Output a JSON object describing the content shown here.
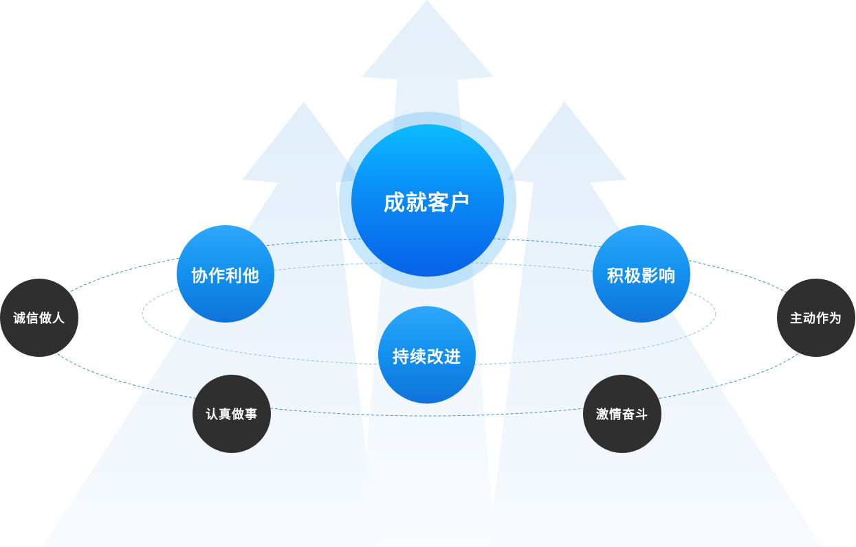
{
  "diagram": {
    "center": {
      "label": "成就客户"
    },
    "inner": [
      {
        "label": "协作利他"
      },
      {
        "label": "积极影响"
      },
      {
        "label": "持续改进"
      }
    ],
    "outer": [
      {
        "label": "诚信做人"
      },
      {
        "label": "主动作为"
      },
      {
        "label": "认真做事"
      },
      {
        "label": "激情奋斗"
      }
    ]
  },
  "colors": {
    "primary_blue": "#0a8cf6",
    "dark_node": "#2f2f2f",
    "arrow_tint": "#e3f0fb",
    "orbit_line": "#3a8fd6"
  }
}
